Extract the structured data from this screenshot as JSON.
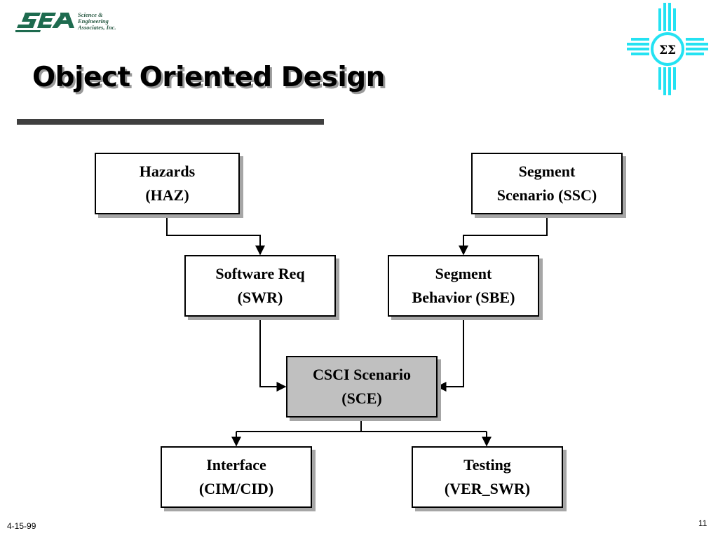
{
  "header": {
    "title": "Object Oriented Design",
    "logo_text": [
      "Science &",
      "Engineering",
      "Associates, Inc."
    ],
    "zia_symbol": "ΣΣ"
  },
  "colors": {
    "logo_green": "#1e6b4f",
    "zia_cyan": "#24e2f2",
    "center_fill": "#c0c0c0",
    "shadow": "#a6a6a6"
  },
  "diagram": {
    "nodes": {
      "haz": {
        "line1": "Hazards",
        "line2": "(HAZ)"
      },
      "ssc": {
        "line1": "Segment",
        "line2": "Scenario (SSC)"
      },
      "swr": {
        "line1": "Software Req",
        "line2": "(SWR)"
      },
      "sbe": {
        "line1": "Segment",
        "line2": "Behavior (SBE)"
      },
      "sce": {
        "line1": "CSCI Scenario",
        "line2": "(SCE)"
      },
      "cim": {
        "line1": "Interface",
        "line2": "(CIM/CID)"
      },
      "ver": {
        "line1": "Testing",
        "line2": "(VER_SWR)"
      }
    },
    "edges": [
      {
        "from": "haz",
        "to": "swr"
      },
      {
        "from": "ssc",
        "to": "sbe"
      },
      {
        "from": "swr",
        "to": "sce"
      },
      {
        "from": "sbe",
        "to": "sce"
      },
      {
        "from": "sce",
        "to": "cim"
      },
      {
        "from": "sce",
        "to": "ver"
      }
    ]
  },
  "footer": {
    "date": "4-15-99",
    "page": "11"
  }
}
